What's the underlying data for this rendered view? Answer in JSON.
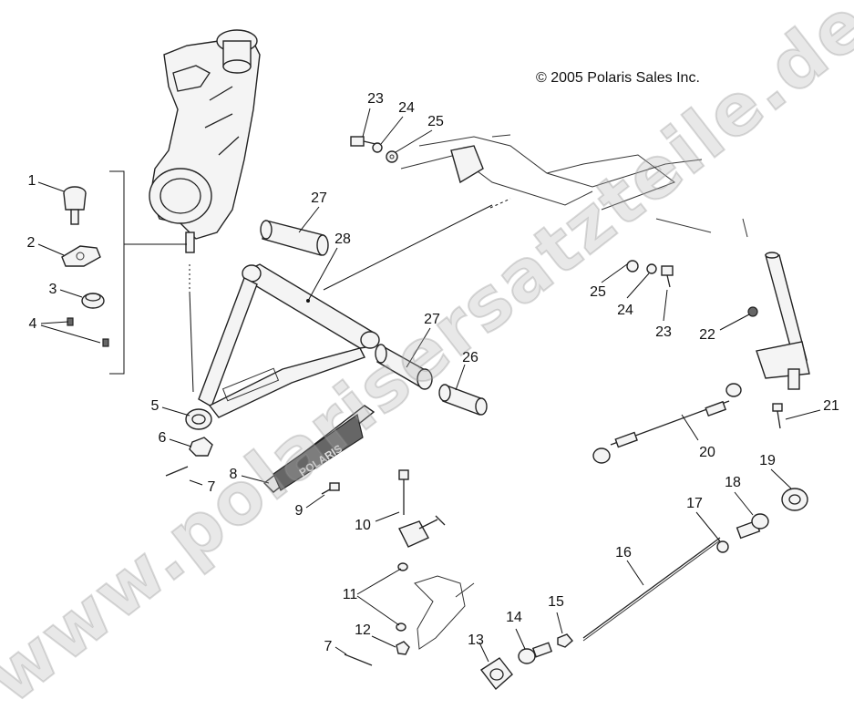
{
  "copyright": "© 2005 Polaris Sales Inc.",
  "watermark": "www.polarisersatzteile.de",
  "skid_plate_logo": "POLARIS",
  "callouts": {
    "c1": "1",
    "c2": "2",
    "c3": "3",
    "c4": "4",
    "c5": "5",
    "c6": "6",
    "c7a": "7",
    "c7b": "7",
    "c8": "8",
    "c9": "9",
    "c10": "10",
    "c11": "11",
    "c12": "12",
    "c13": "13",
    "c14": "14",
    "c15": "15",
    "c16": "16",
    "c17": "17",
    "c18": "18",
    "c19": "19",
    "c20": "20",
    "c21": "21",
    "c22": "22",
    "c23a": "23",
    "c23b": "23",
    "c24a": "24",
    "c24b": "24",
    "c25a": "25",
    "c25b": "25",
    "c26": "26",
    "c27a": "27",
    "c27b": "27",
    "c28": "28"
  }
}
